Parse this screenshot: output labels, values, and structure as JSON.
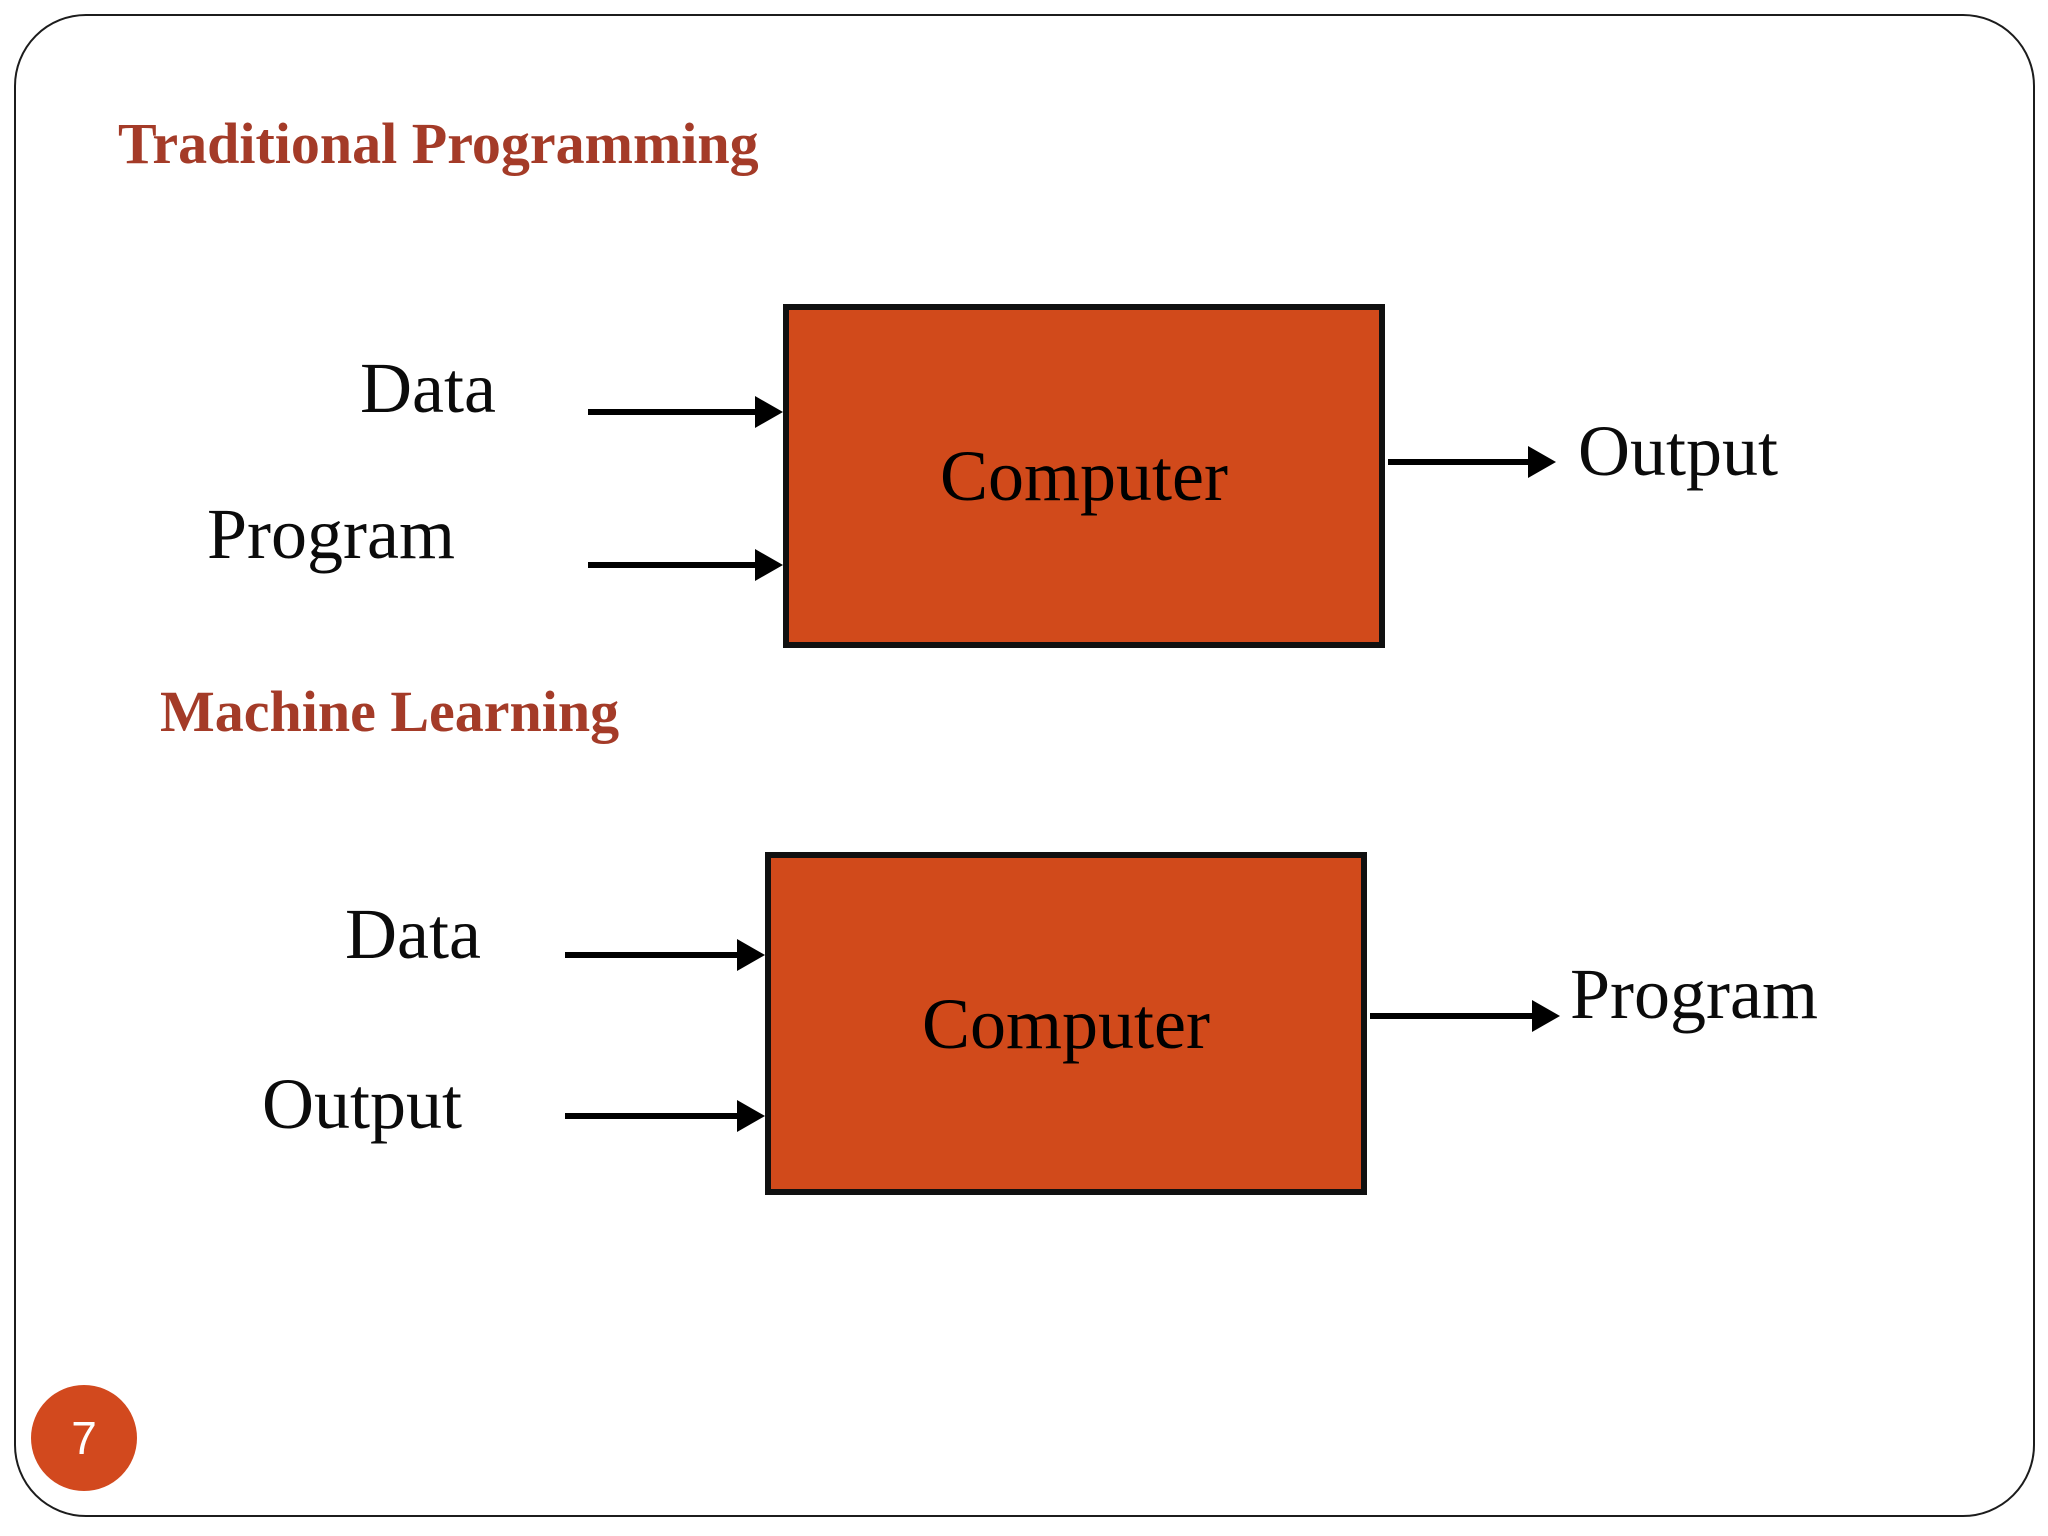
{
  "slide": {
    "page_number": "7",
    "colors": {
      "heading": "#A43B28",
      "box_fill": "#D14A1B",
      "box_border": "#101010",
      "page_circle": "#D2491E"
    },
    "sections": [
      {
        "heading": "Traditional Programming",
        "box_label": "Computer",
        "inputs": [
          "Data",
          "Program"
        ],
        "output_label": "Output"
      },
      {
        "heading": "Machine Learning",
        "box_label": "Computer",
        "inputs": [
          "Data",
          "Output"
        ],
        "output_label": "Program"
      }
    ]
  }
}
